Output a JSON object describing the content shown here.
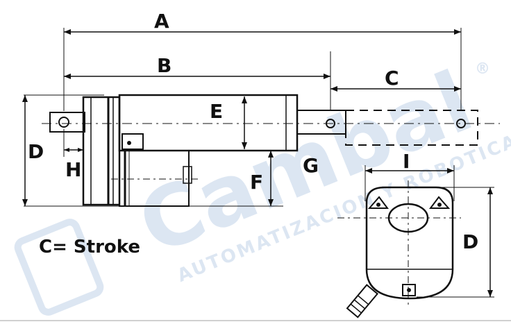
{
  "labels": {
    "A": "A",
    "B": "B",
    "C": "C",
    "D": "D",
    "E": "E",
    "F": "F",
    "G": "G",
    "H": "H",
    "I": "I",
    "D_end": "D"
  },
  "note": "C= Stroke",
  "watermark": {
    "brand": "Cambal",
    "tagline": "AUTOMATIZACION Y ROBOTICA",
    "mark": "®"
  }
}
